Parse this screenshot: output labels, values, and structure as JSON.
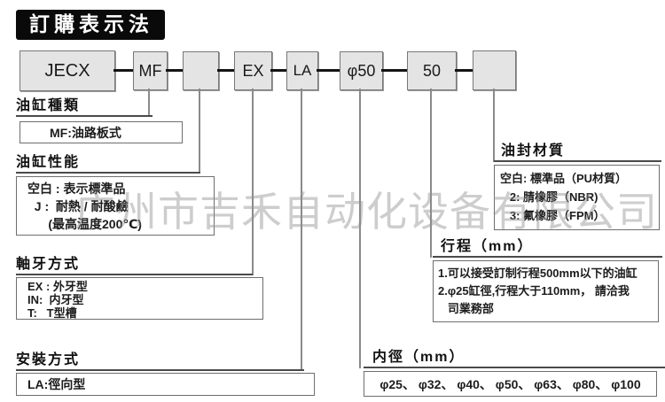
{
  "title": "訂購表示法",
  "code_boxes": [
    {
      "label": "JECX"
    },
    {
      "label": "MF"
    },
    {
      "label": ""
    },
    {
      "label": "EX"
    },
    {
      "label": "LA"
    },
    {
      "label": "φ50"
    },
    {
      "label": "50"
    },
    {
      "label": ""
    }
  ],
  "sections": {
    "cylinder_type": {
      "heading": "油缸種類",
      "lines": [
        "MF:油路板式"
      ]
    },
    "cylinder_performance": {
      "heading": "油缸性能",
      "lines": [
        "空白 : 表示標準品",
        "  J :  耐熱 / 耐酸鹼",
        "      (最高温度200℃)"
      ]
    },
    "rod_thread": {
      "heading": "軸牙方式",
      "lines": [
        "EX : 外牙型",
        "IN:  内牙型",
        "T:   T型槽"
      ]
    },
    "mounting": {
      "heading": "安裝方式",
      "lines": [
        "LA:徑向型"
      ]
    },
    "bore": {
      "heading": "内徑（mm）",
      "lines": [
        "φ25、 φ32、 φ40、 φ50、 φ63、 φ80、 φ100"
      ]
    },
    "stroke": {
      "heading": "行程（mm）",
      "lines": [
        "1.可以接受訂制行程500mm以下的油缸",
        "2.φ25缸徑,行程大于110mm， 請洽我",
        "   司業務部"
      ]
    },
    "seal": {
      "heading": "油封材質",
      "lines": [
        "空白: 標準品（PU材質）",
        "   2: 腈橡膠（NBR)",
        "   3: 氟橡膠（FPM）"
      ]
    }
  },
  "watermark": "广州市吉禾自动化设备有限公司",
  "colors": {
    "box_fill": "#e4e4e4",
    "box_border": "#787878",
    "connector": "#141414",
    "leader": "#8a8a8a",
    "title_bg": "#0a0a0a",
    "title_fg": "#ffffff",
    "watermark": "#bdbdbd"
  }
}
